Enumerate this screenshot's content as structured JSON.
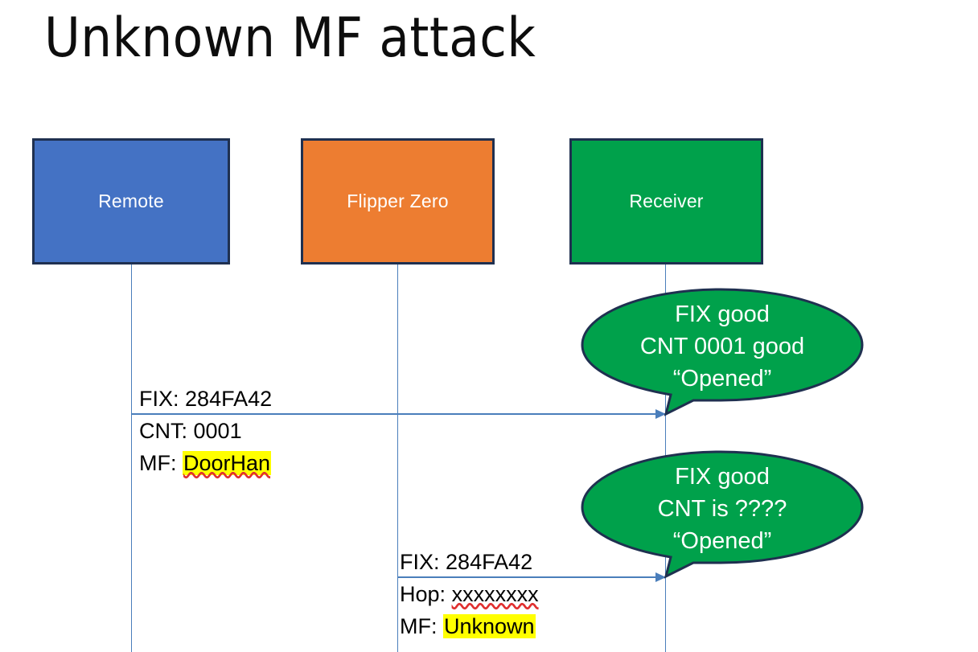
{
  "slide": {
    "title": "Unknown MF attack"
  },
  "colors": {
    "remote_box": "#4472C4",
    "flipper_box": "#ED7D31",
    "receiver_box": "#00A14B",
    "box_border": "#1F3050",
    "lifeline": "#4A7EBB",
    "arrow": "#4A7EBB",
    "callout_fill": "#00A14B",
    "callout_border": "#1F3050",
    "highlight": "#FFFF00",
    "spellcheck_underline": "#E03030",
    "text": "#000000",
    "box_text": "#FFFFFF"
  },
  "actors": [
    {
      "id": "remote",
      "label": "Remote"
    },
    {
      "id": "flipper",
      "label": "Flipper Zero"
    },
    {
      "id": "receiver",
      "label": "Receiver"
    }
  ],
  "messages": [
    {
      "id": "msg-1",
      "from": "remote",
      "to": "receiver",
      "lines": [
        {
          "label": "FIX:",
          "value": "284FA42",
          "highlight": false,
          "spellcheck": false
        },
        {
          "label": "CNT:",
          "value": "0001",
          "highlight": false,
          "spellcheck": false
        },
        {
          "label": "MF:",
          "value": "DoorHan",
          "highlight": true,
          "spellcheck": true
        }
      ]
    },
    {
      "id": "msg-2",
      "from": "flipper",
      "to": "receiver",
      "lines": [
        {
          "label": "FIX:",
          "value": "284FA42",
          "highlight": false,
          "spellcheck": false
        },
        {
          "label": "Hop:",
          "value": "xxxxxxxx",
          "highlight": false,
          "spellcheck": true
        },
        {
          "label": "MF:",
          "value": "Unknown",
          "highlight": true,
          "spellcheck": false
        }
      ]
    }
  ],
  "callouts": [
    {
      "id": "callout-1",
      "lines": [
        "FIX good",
        "CNT 0001 good",
        "“Opened”"
      ]
    },
    {
      "id": "callout-2",
      "lines": [
        "FIX good",
        "CNT is ????",
        "“Opened”"
      ]
    }
  ]
}
